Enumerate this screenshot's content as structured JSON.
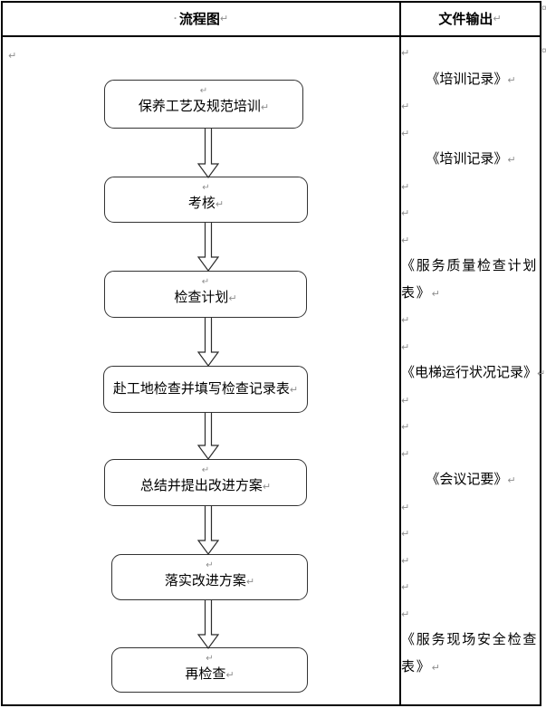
{
  "header": {
    "col1": "流程图",
    "col2": "文件输出"
  },
  "marks": {
    "pilcrow": "↵",
    "space_dot": "·",
    "row_end": "¤"
  },
  "flowchart": {
    "steps": [
      {
        "label": "保养工艺及规范培训"
      },
      {
        "label": "考核"
      },
      {
        "label": "检查计划"
      },
      {
        "label": "赴工地检查并填写检查记录表"
      },
      {
        "label": "总结并提出改进方案"
      },
      {
        "label": "落实改进方案"
      },
      {
        "label": "再检查"
      }
    ]
  },
  "outputs": {
    "items": [
      {
        "title": "《培训记录》"
      },
      {
        "title": "《培训记录》"
      },
      {
        "title": "《服务质量检查计划表》"
      },
      {
        "title": "《电梯运行状况记录》"
      },
      {
        "title": "《会议记要》"
      },
      {
        "title": "《服务现场安全检查表》"
      }
    ]
  },
  "colors": {
    "table_border": "#000000",
    "box_border": "#333333",
    "text": "#000000",
    "formatting_mark": "#8e8e8e"
  }
}
